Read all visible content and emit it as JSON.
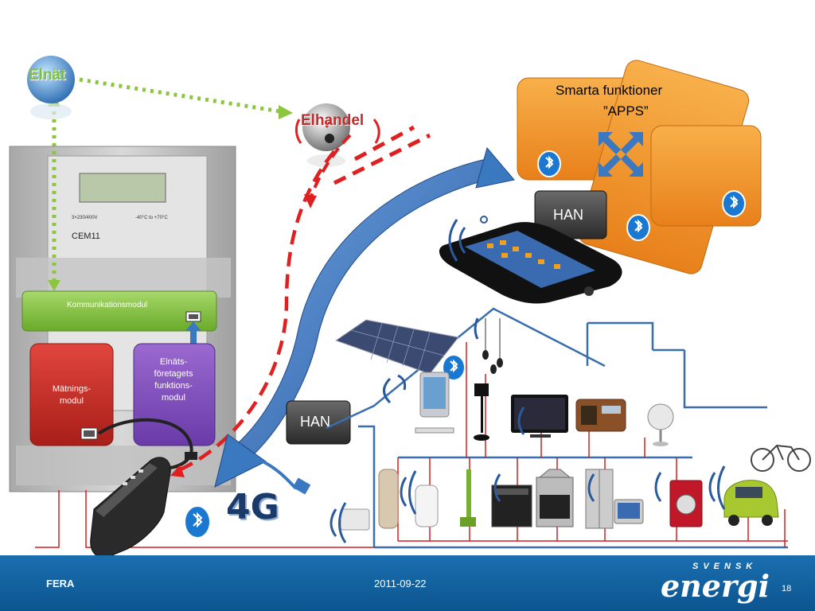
{
  "labels": {
    "elnat": "Elnät",
    "elhandel": "Elhandel",
    "apps_title": "Smarta funktioner",
    "apps_sub": "”APPS”",
    "han_top": "HAN",
    "han_mid": "HAN",
    "kommunikationsmodul": "Kommunikationsmodul",
    "matnings_line1": "Mätnings-",
    "matnings_line2": "modul",
    "elnats_line1": "Elnäts-",
    "elnats_line2": "företagets",
    "elnats_line3": "funktions-",
    "elnats_line4": "modul",
    "fourg": "4G"
  },
  "footer": {
    "left": "FERA",
    "date": "2011-09-22",
    "brand_small": "SVENSK",
    "brand": "energi",
    "page": "18"
  },
  "colors": {
    "green_arrow": "#8cc63f",
    "red_dash": "#e02020",
    "blue_arrow": "#3a78c0",
    "orange_card": "#f59a23",
    "house_line": "#3a6fae",
    "circuit_red": "#d02020",
    "footer_blue": "#1565a8"
  },
  "icons": [
    "globe-icon",
    "bluetooth-icon",
    "expand-arrows-icon",
    "smartphone-icon",
    "solar-panel-icon",
    "computer-icon",
    "lamp-icon",
    "tv-icon",
    "radio-icon",
    "fan-icon",
    "bicycle-icon",
    "router-icon",
    "ethernet-cable-icon",
    "washing-machine-icon",
    "car-icon"
  ]
}
